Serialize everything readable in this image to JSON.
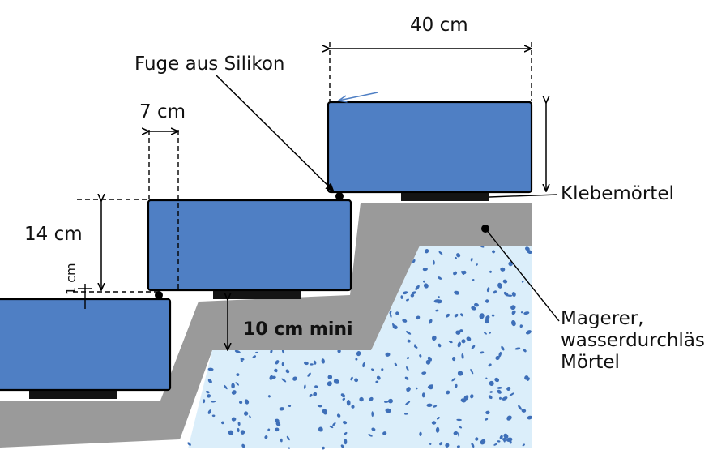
{
  "labels": {
    "width_top": "40 cm",
    "joint": "Fuge aus Silikon",
    "overhang": "7 cm",
    "height": "14 cm",
    "gap": "1 cm",
    "adhesive": "Klebemörtel",
    "bed_min": "10 cm mini",
    "mortar_line1": "Magerer,",
    "mortar_line2": "wasserdurchläs",
    "mortar_line3": "Mörtel"
  },
  "colors": {
    "stone": "#4f7fc4",
    "concrete": "#9a9a9a",
    "mortar_fill": "#dbeefa",
    "gravel": "#3e6fb8",
    "pad": "#141414",
    "outline": "#000000",
    "arrow_accent": "#4f7fc4"
  }
}
